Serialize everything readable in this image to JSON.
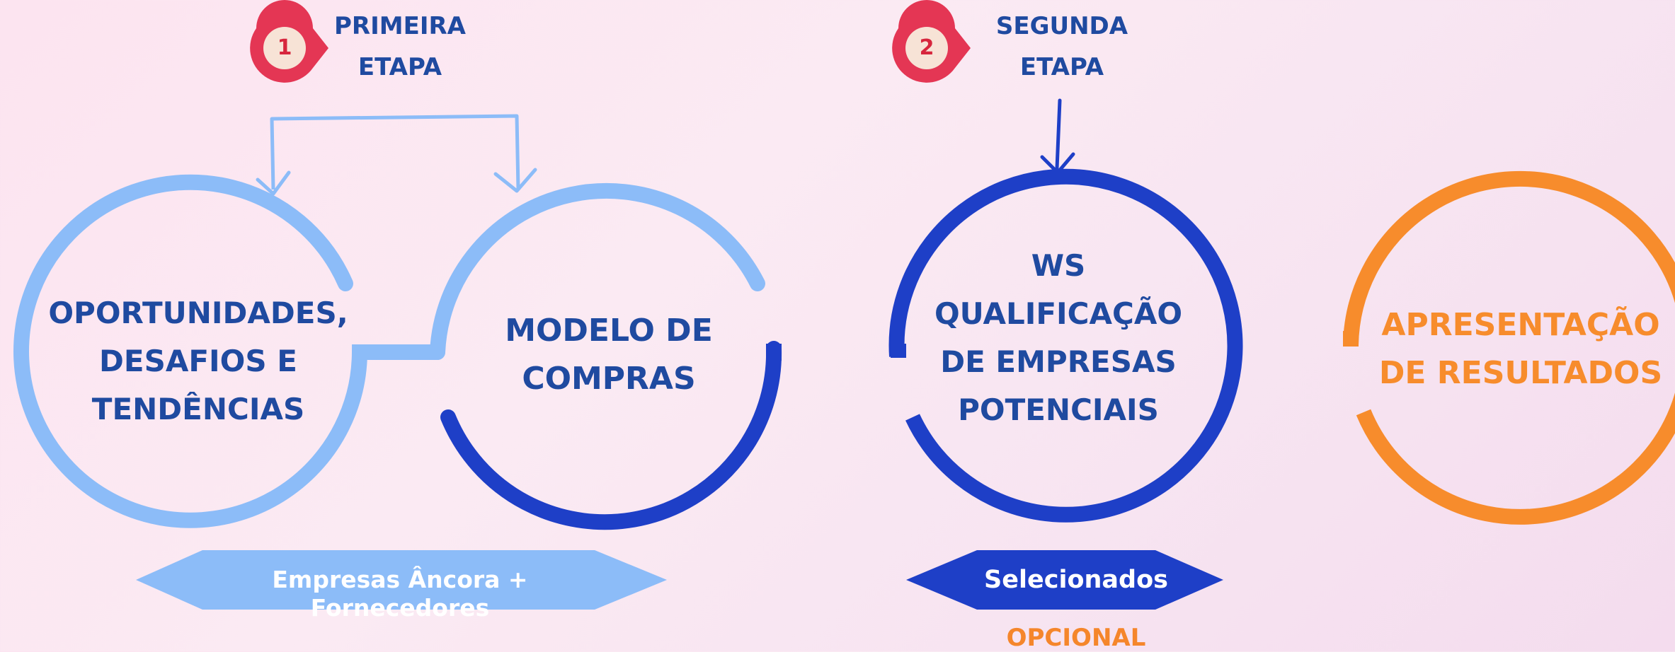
{
  "colors": {
    "light_blue": "#8cbcf8",
    "dark_blue": "#1e3fc7",
    "text_navy": "#1f4aa0",
    "orange": "#f78c2c",
    "badge_red": "#e43654",
    "badge_fill": "#f7e3d6"
  },
  "stages": [
    {
      "number": "1",
      "label_line1": "PRIMEIRA",
      "label_line2": "ETAPA"
    },
    {
      "number": "2",
      "label_line1": "SEGUNDA",
      "label_line2": "ETAPA"
    }
  ],
  "nodes": [
    {
      "lines": [
        "OPORTUNIDADES,",
        "DESAFIOS E",
        "TENDÊNCIAS"
      ]
    },
    {
      "lines": [
        "MODELO DE",
        "COMPRAS"
      ]
    },
    {
      "lines": [
        "WS",
        "QUALIFICAÇÃO",
        "DE EMPRESAS",
        "POTENCIAIS"
      ]
    },
    {
      "lines": [
        "APRESENTAÇÃO",
        "DE RESULTADOS"
      ]
    }
  ],
  "banners": [
    {
      "text": "Empresas Âncora + Fornecedores"
    },
    {
      "text": "Selecionados"
    }
  ],
  "optional_label": "OPCIONAL"
}
